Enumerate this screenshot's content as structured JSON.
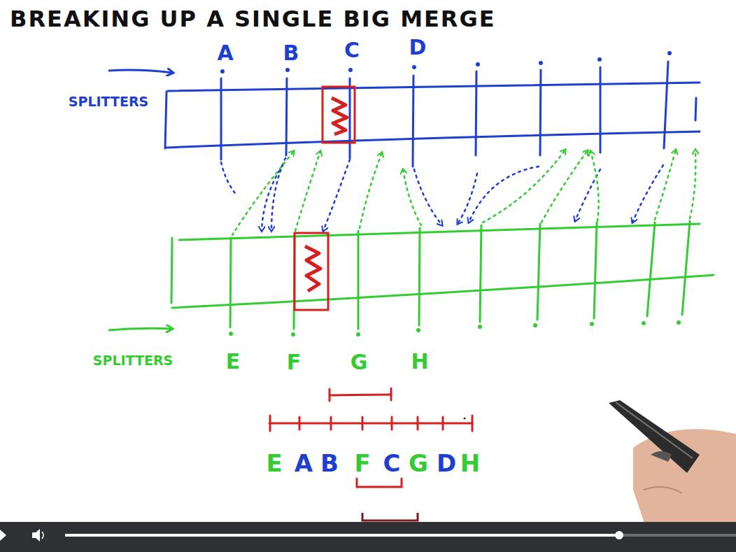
{
  "diagram": {
    "title": "BREAKING UP A SINGLE BIG MERGE",
    "labels": [
      "A",
      "B",
      "C",
      "D",
      "SPLITTERS",
      "SPLITTERS",
      "E",
      "F",
      "G",
      "H",
      "E",
      "A",
      "B",
      "F",
      "C",
      "G",
      "D",
      "H"
    ]
  }
}
